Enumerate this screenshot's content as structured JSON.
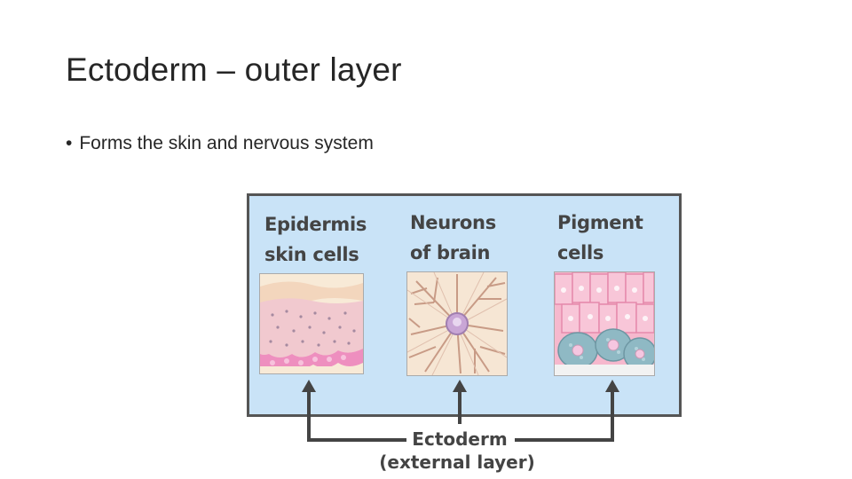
{
  "slide": {
    "title": "Ectoderm – outer layer",
    "bullet": "Forms the skin and nervous system"
  },
  "figure": {
    "panels": [
      {
        "line1": "Epidermis",
        "line2": "skin cells"
      },
      {
        "line1": "Neurons",
        "line2": "of brain"
      },
      {
        "line1": "Pigment",
        "line2": "cells"
      }
    ],
    "ectoderm_label": "Ectoderm",
    "ectoderm_sub": "(external layer)",
    "colors": {
      "panel_bg": "#c9e3f7",
      "skin_pink": "#f4a6c8",
      "neuron_purple": "#c9a6d6",
      "pigment_teal": "#8fb9c4"
    }
  }
}
